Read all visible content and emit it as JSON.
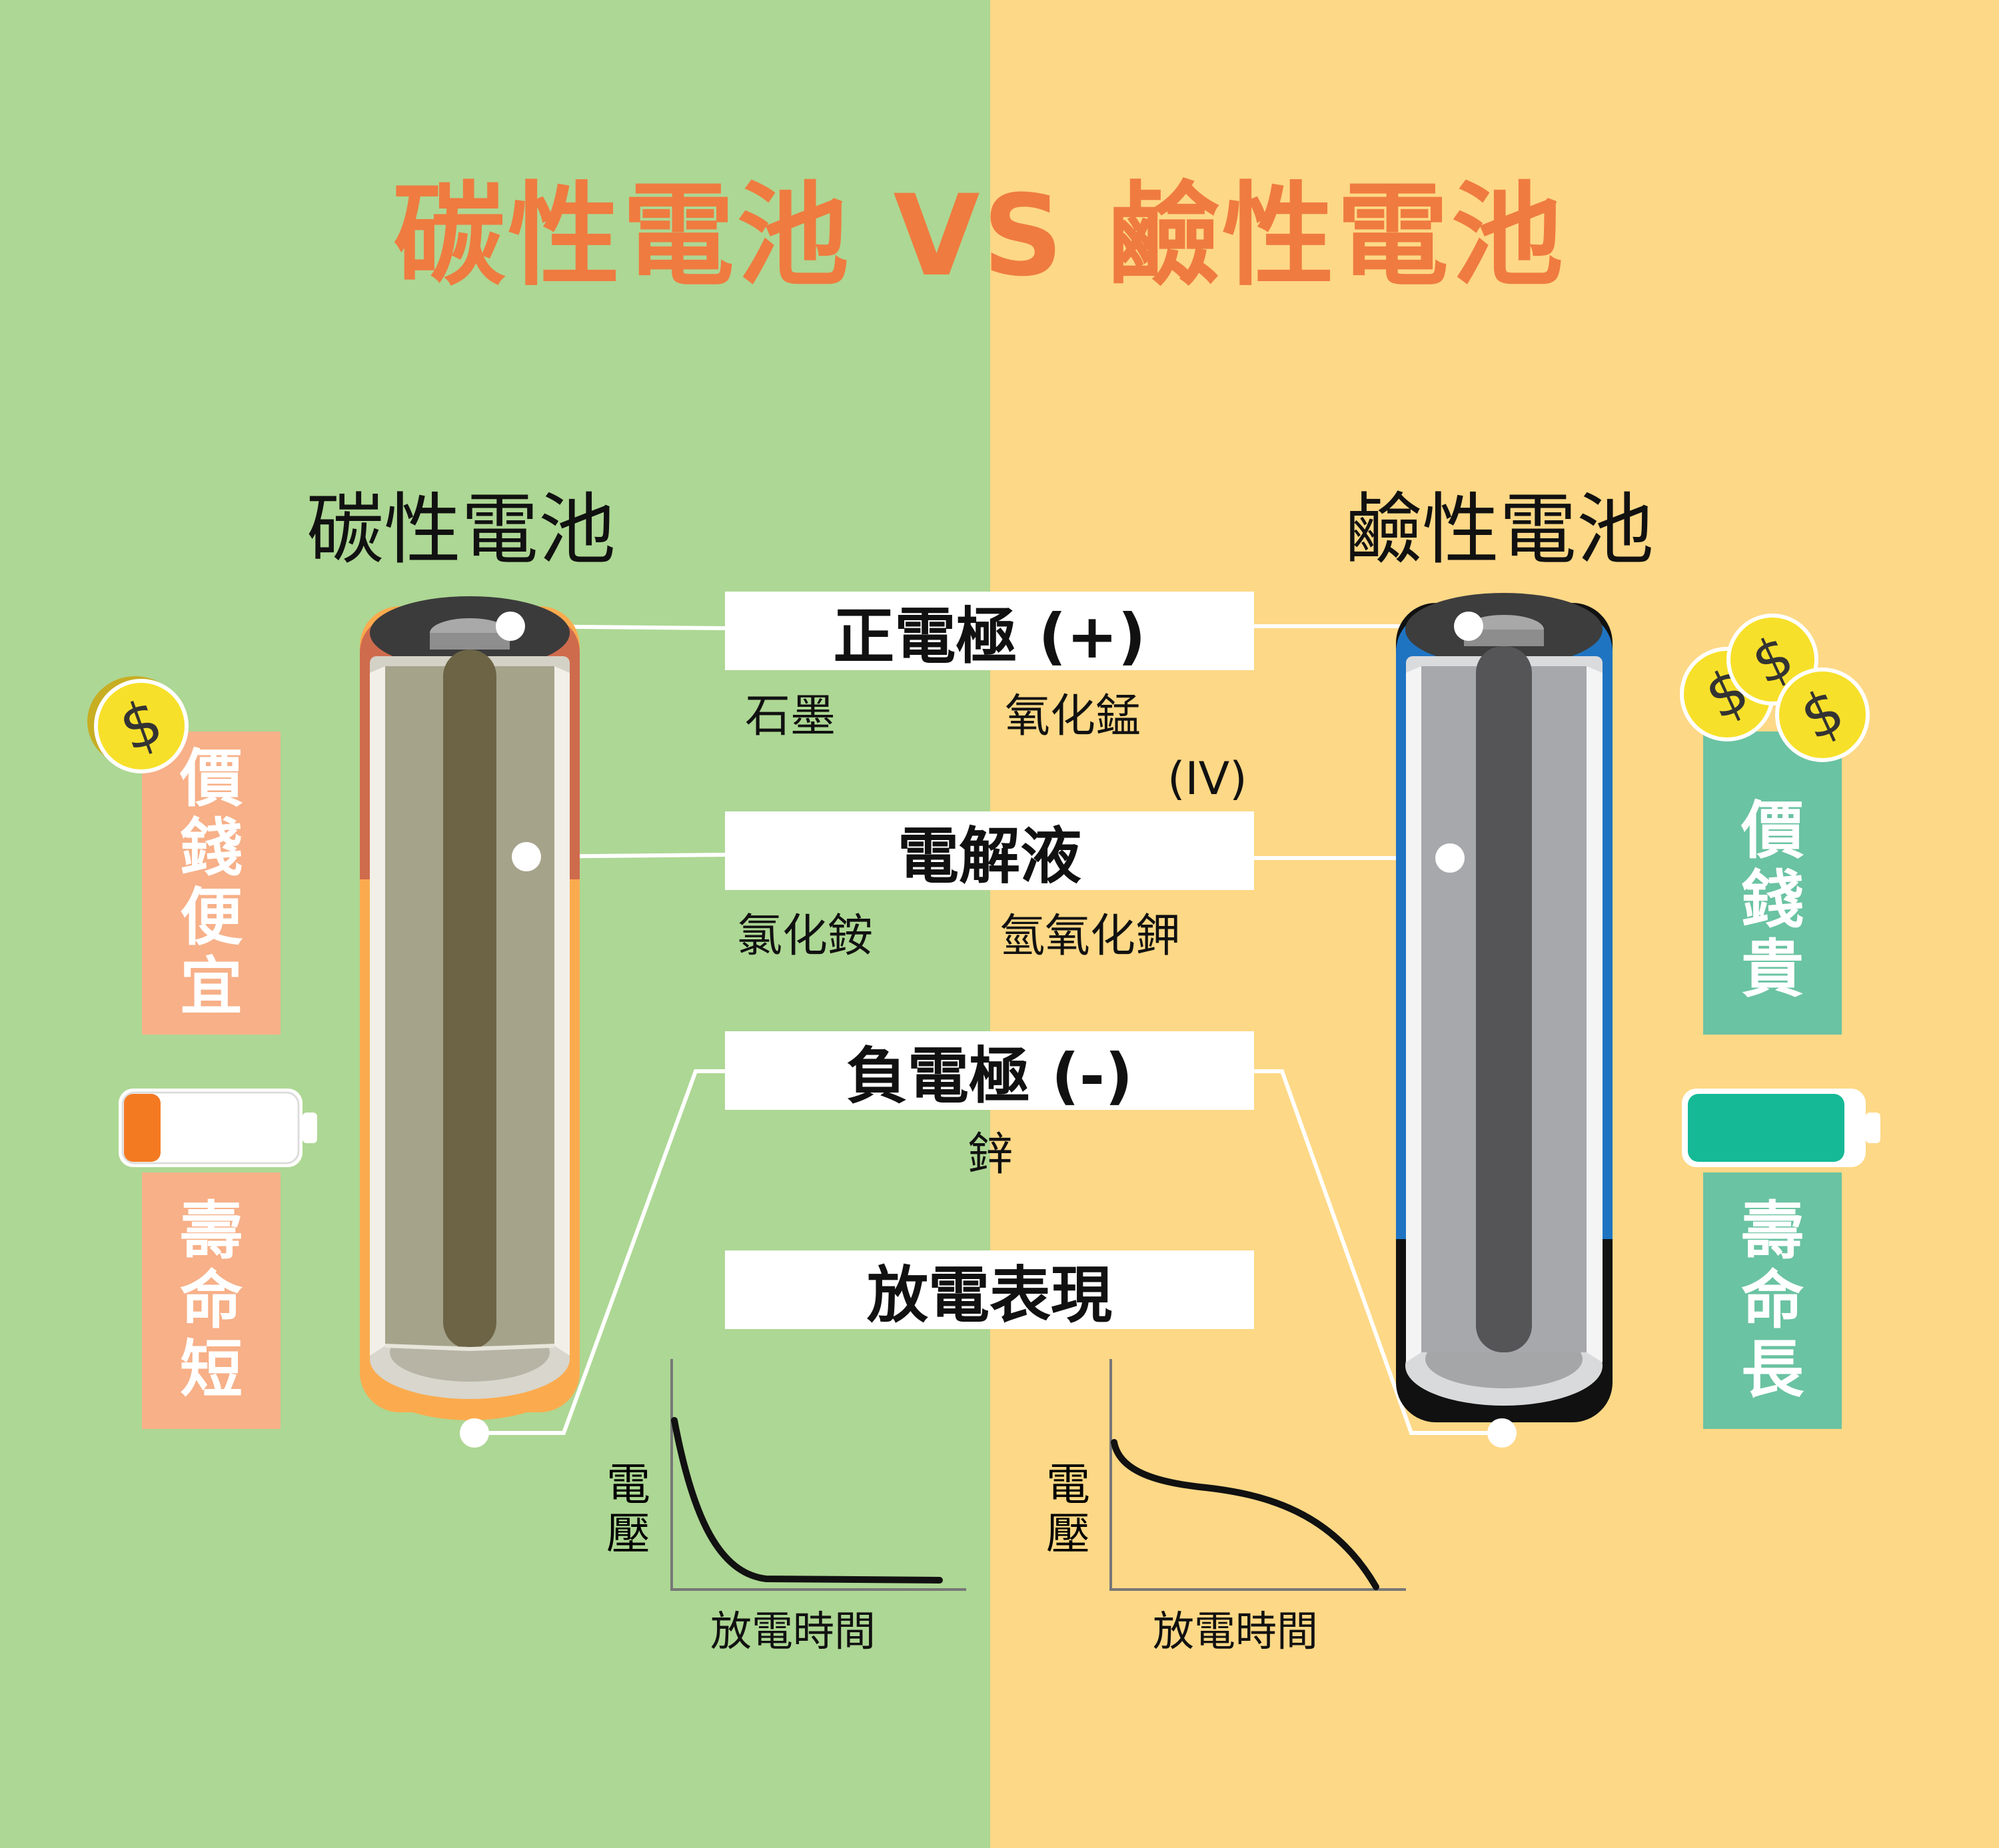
{
  "title": "碳性電池 VS 鹼性電池",
  "batteries": {
    "carbon": {
      "name": "碳性電池",
      "price_chars": [
        "價",
        "錢",
        "便",
        "宜"
      ],
      "life_chars": [
        "壽",
        "命",
        "短"
      ]
    },
    "alkaline": {
      "name": "鹼性電池",
      "price_chars": [
        "價",
        "錢",
        "貴"
      ],
      "life_chars": [
        "壽",
        "命",
        "長"
      ]
    }
  },
  "components": {
    "positive": {
      "label": "正電極 (+)",
      "carbon": "石墨",
      "alkaline": "氧化錳",
      "alkaline_note": "(IV)"
    },
    "electrolyte": {
      "label": "電解液",
      "carbon": "氯化銨",
      "alkaline": "氫氧化鉀"
    },
    "negative": {
      "label": "負電極 (-)",
      "common": "鋅"
    },
    "discharge": {
      "label": "放電表現"
    }
  },
  "charts": {
    "y_label_chars": [
      "電",
      "壓"
    ],
    "x_label": "放電時間"
  },
  "colors": {
    "title": "#ef7b40",
    "left_bg": "#add794",
    "right_bg": "#fdd886",
    "carbon_panel": "#f7b088",
    "alkaline_panel": "#6ac3a2",
    "coin": "#f7e02a"
  },
  "icons": {
    "coin": "dollar-coin-icon",
    "battery_low": "battery-low-icon",
    "battery_full": "battery-full-icon"
  }
}
